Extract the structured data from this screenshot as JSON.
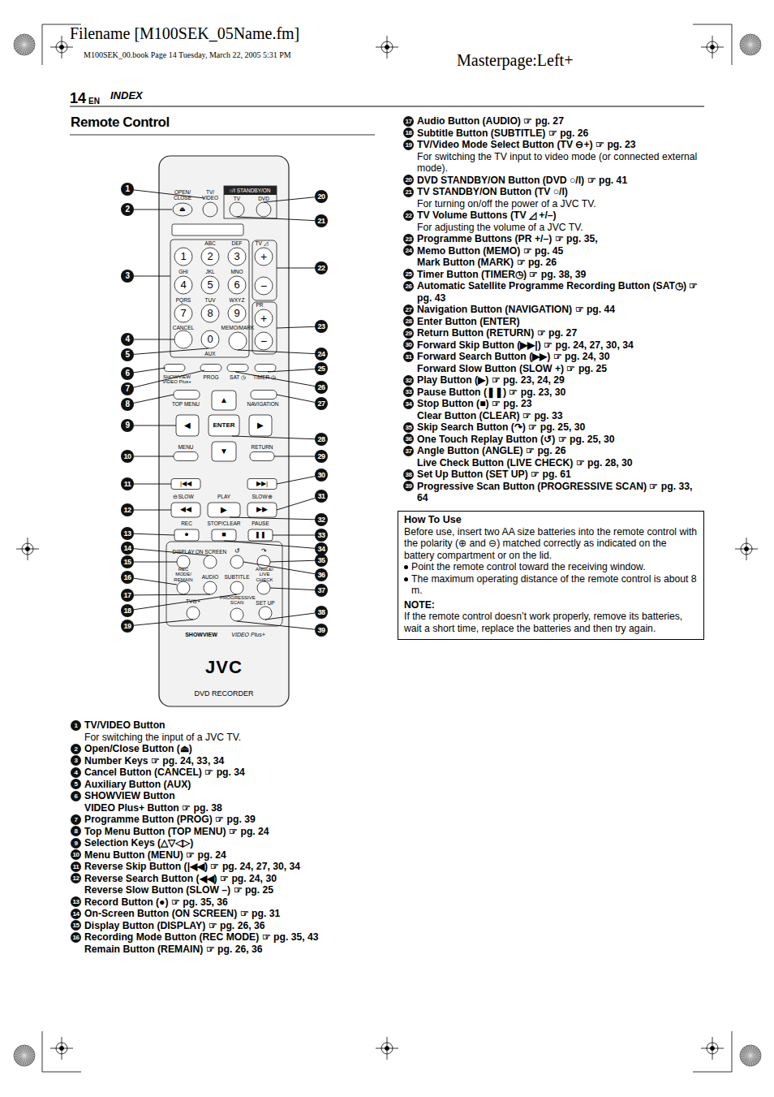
{
  "diagram": {
    "title": "Remote Control",
    "nodes": [
      {
        "text": [
          "How To Use",
          "Before use, insert two AA size batteries into the remote control with the polarity (⊕ and ⊖) matched correctly as indicated on the battery compartment or on the lid.",
          "Point the remote control toward the receiving window.",
          "The maximum operating distance of the remote control is about 8 m.",
          "NOTE:",
          "If the remote control doesn’t work properly, remove its batteries, wait a short time, replace the batteries and then try again."
        ]
      }
    ],
    "labels": [
      "Filename [M100SEK_05Name.fm]",
      "M100SEK_00.book Page 14 Tuesday, March 22, 2005 5:31 PM",
      "Masterpage:Left+",
      "14",
      "EN",
      "INDEX",
      "OPEN/ CLOSE",
      "TV/ VIDEO",
      "○/I STANDBY/ON",
      "TV",
      "DVD",
      "⏏",
      "ABC",
      "DEF",
      "1",
      "2",
      "3",
      "GHI",
      "JKL",
      "MNO",
      "4",
      "5",
      "6",
      "PQRS",
      "TUV",
      "WXYZ",
      "7",
      "8",
      "9",
      "CANCEL",
      "MEMO/MARK",
      "0",
      "AUX",
      "TV ◿",
      "+",
      "−",
      "PR",
      "+",
      "−",
      "SHOWVIEW VIDEO Plus+",
      "PROG",
      "SAT ◷",
      "TIMER ◷",
      "TOP MENU",
      "NAVIGATION",
      "▲",
      "◀",
      "ENTER",
      "▶",
      "▼",
      "MENU",
      "RETURN",
      "|◀◀",
      "▶▶|",
      "⊖SLOW",
      "PLAY",
      "SLOW⊕",
      "◀◀",
      "▶",
      "▶▶",
      "REC",
      "STOP/CLEAR",
      "PAUSE",
      "●",
      "■",
      "❚❚",
      "DISPLAY",
      "ON SCREEN",
      "↺",
      "↷",
      "REC MODE/ REMAIN",
      "AUDIO",
      "SUBTITLE",
      "ANGLE/ LIVE CHECK",
      "TV⊖+",
      "PROGRESSIVE SCAN",
      "SET UP",
      "SHOWVIEW",
      "VIDEO Plus+",
      "JVC",
      "DVD RECORDER",
      "1",
      "2",
      "3",
      "4",
      "5",
      "6",
      "7",
      "8",
      "9",
      "10",
      "11",
      "12",
      "13",
      "14",
      "15",
      "16",
      "17",
      "18",
      "19",
      "20",
      "21",
      "22",
      "23",
      "24",
      "25",
      "26",
      "27",
      "28",
      "29",
      "30",
      "31",
      "32",
      "33",
      "34",
      "35",
      "36",
      "37",
      "38",
      "39",
      "1",
      "TV/VIDEO Button",
      "For switching the input of a JVC TV.",
      "2",
      "Open/Close Button (⏏)",
      "3",
      "Number Keys ☞ pg. 24, 33, 34",
      "4",
      "Cancel Button (CANCEL) ☞ pg. 34",
      "5",
      "Auxiliary Button (AUX)",
      "6",
      "SHOWVIEW Button",
      "VIDEO Plus+ Button ☞ pg. 38",
      "7",
      "Programme Button (PROG) ☞ pg. 39",
      "8",
      "Top Menu Button (TOP MENU) ☞ pg. 24",
      "9",
      "Selection Keys (△▽◁▷)",
      "10",
      "Menu Button (MENU) ☞ pg. 24",
      "11",
      "Reverse Skip Button (|◀◀) ☞ pg. 24, 27, 30, 34",
      "12",
      "Reverse Search Button (◀◀) ☞ pg. 24, 30",
      "Reverse Slow Button (SLOW –) ☞ pg. 25",
      "13",
      "Record Button (●) ☞ pg. 35, 36",
      "14",
      "On-Screen Button (ON SCREEN) ☞ pg. 31",
      "15",
      "Display Button (DISPLAY) ☞ pg. 26, 36",
      "16",
      "Recording Mode Button (REC MODE) ☞ pg. 35, 43",
      "Remain Button (REMAIN) ☞ pg. 26, 36",
      "17",
      "Audio Button (AUDIO) ☞ pg. 27",
      "18",
      "Subtitle Button (SUBTITLE) ☞ pg. 26",
      "19",
      "TV/Video Mode Select Button (TV ⊖+) ☞ pg. 23",
      "For switching the TV input to video mode (or connected external mode).",
      "20",
      "DVD STANDBY/ON Button (DVD ○/I) ☞ pg. 41",
      "21",
      "TV STANDBY/ON Button (TV ○/I)",
      "For turning on/off the power of a JVC TV.",
      "22",
      "TV Volume Buttons (TV ◿ +/–)",
      "For adjusting the volume of a JVC TV.",
      "23",
      "Programme Buttons (PR +/–) ☞ pg. 35,",
      "24",
      "Memo Button (MEMO) ☞ pg. 45",
      "Mark Button (MARK) ☞ pg. 26",
      "25",
      "Timer Button (TIMER◷) ☞ pg. 38, 39",
      "26",
      "Automatic Satellite Programme Recording Button (SAT◷) ☞ pg. 43",
      "27",
      "Navigation Button (NAVIGATION) ☞ pg. 44",
      "28",
      "Enter Button (ENTER)",
      "29",
      "Return Button (RETURN) ☞ pg. 27",
      "30",
      "Forward Skip Button (▶▶|) ☞ pg. 24, 27, 30, 34",
      "31",
      "Forward Search Button (▶▶) ☞ pg. 24, 30",
      "Forward Slow Button (SLOW +) ☞ pg. 25",
      "32",
      "Play Button (▶) ☞ pg. 23, 24, 29",
      "33",
      "Pause Button (❚❚) ☞ pg. 23, 30",
      "34",
      "Stop Button (■) ☞ pg. 23",
      "Clear Button (CLEAR) ☞ pg. 33",
      "35",
      "Skip Search Button (↷) ☞ pg. 25, 30",
      "36",
      "One Touch Replay Button (↺) ☞ pg. 25, 30",
      "37",
      "Angle Button (ANGLE) ☞ pg. 26",
      "Live Check Button (LIVE CHECK) ☞ pg. 28, 30",
      "38",
      "Set Up Button (SET UP) ☞ pg. 61",
      "39",
      "Progressive Scan Button (PROGRESSIVE SCAN) ☞ pg. 33, 64"
    ]
  }
}
